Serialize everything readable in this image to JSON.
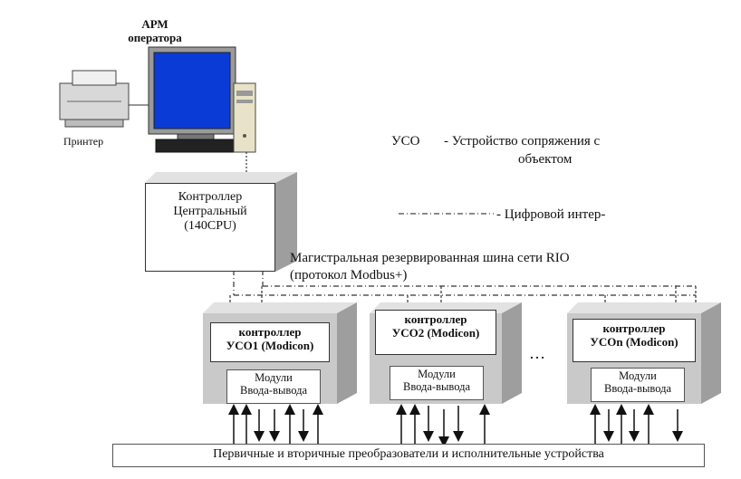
{
  "operator_workstation": {
    "line1": "АРМ",
    "line2": "оператора"
  },
  "printer_label": "Принтер",
  "legend": {
    "uso_abbr": "УСО",
    "uso_desc_line1": "- Устройство сопряжения с",
    "uso_desc_line2": "объектом",
    "digital_interface": "- Цифровой интер-"
  },
  "central_controller": {
    "line1": "Контроллер",
    "line2": "Центральный",
    "line3": "(140CPU)"
  },
  "bus_label": {
    "line1": "Магистральная резервированная шина сети RIO",
    "line2": "(протокол Modbus+)"
  },
  "controllers": [
    {
      "line1": "контроллер",
      "line2": "УСО1 (Modicon)",
      "modules_line1": "Модули",
      "modules_line2": "Ввода-вывода"
    },
    {
      "line1": "контроллер",
      "line2": "УСО2 (Modicon)",
      "modules_line1": "Модули",
      "modules_line2": "Ввода-вывода"
    },
    {
      "line1": "контроллер",
      "line2": "УСОn (Modicon)",
      "modules_line1": "Модули",
      "modules_line2": "Ввода-вывода"
    }
  ],
  "ellipsis": "…",
  "field_devices": "Первичные и вторичные преобразователи и исполнительные устройства"
}
